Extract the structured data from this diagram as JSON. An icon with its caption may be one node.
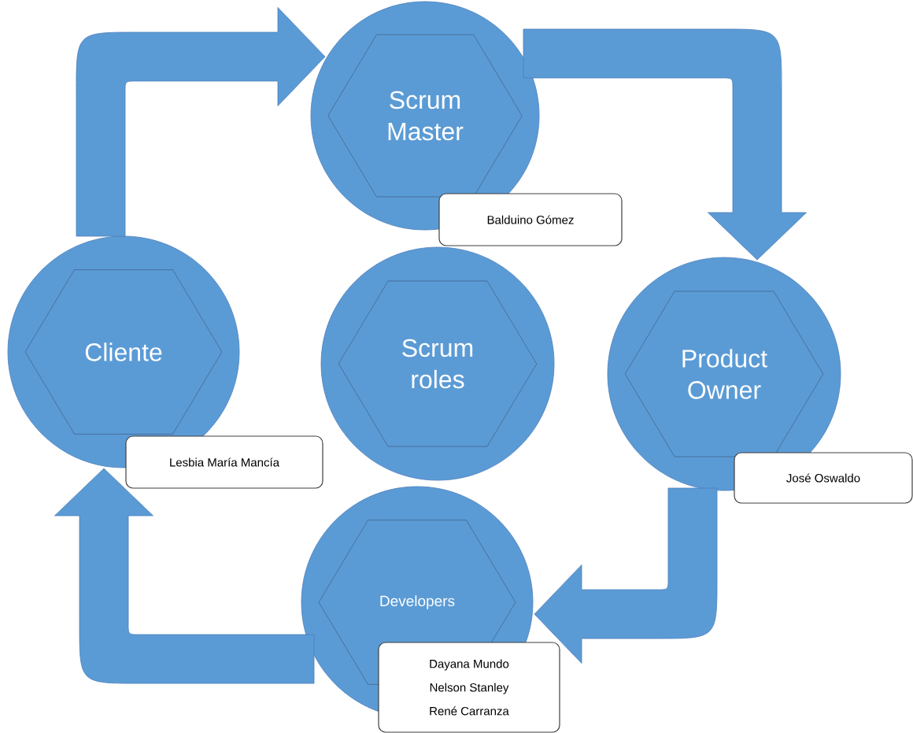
{
  "diagram": {
    "nodes": [
      {
        "text": [
          "Scrum Master"
        ]
      },
      {
        "text": [
          "Balduino Gómez"
        ]
      },
      {
        "text": [
          "Cliente"
        ]
      },
      {
        "text": [
          "Scrum roles"
        ]
      },
      {
        "text": [
          "Product Owner"
        ]
      },
      {
        "text": [
          "Lesbia María Mancía"
        ]
      },
      {
        "text": [
          "José Oswaldo"
        ]
      },
      {
        "text": [
          "Developers"
        ]
      },
      {
        "text": [
          "Dayana Mundo",
          "Nelson Stanley",
          "René Carranza"
        ]
      }
    ],
    "edges": [
      {
        "from": 2,
        "to": 0,
        "arrow": "to"
      },
      {
        "from": 0,
        "to": 4,
        "arrow": "to"
      },
      {
        "from": 4,
        "to": 7,
        "arrow": "to"
      },
      {
        "from": 7,
        "to": 2,
        "arrow": "to"
      }
    ]
  }
}
